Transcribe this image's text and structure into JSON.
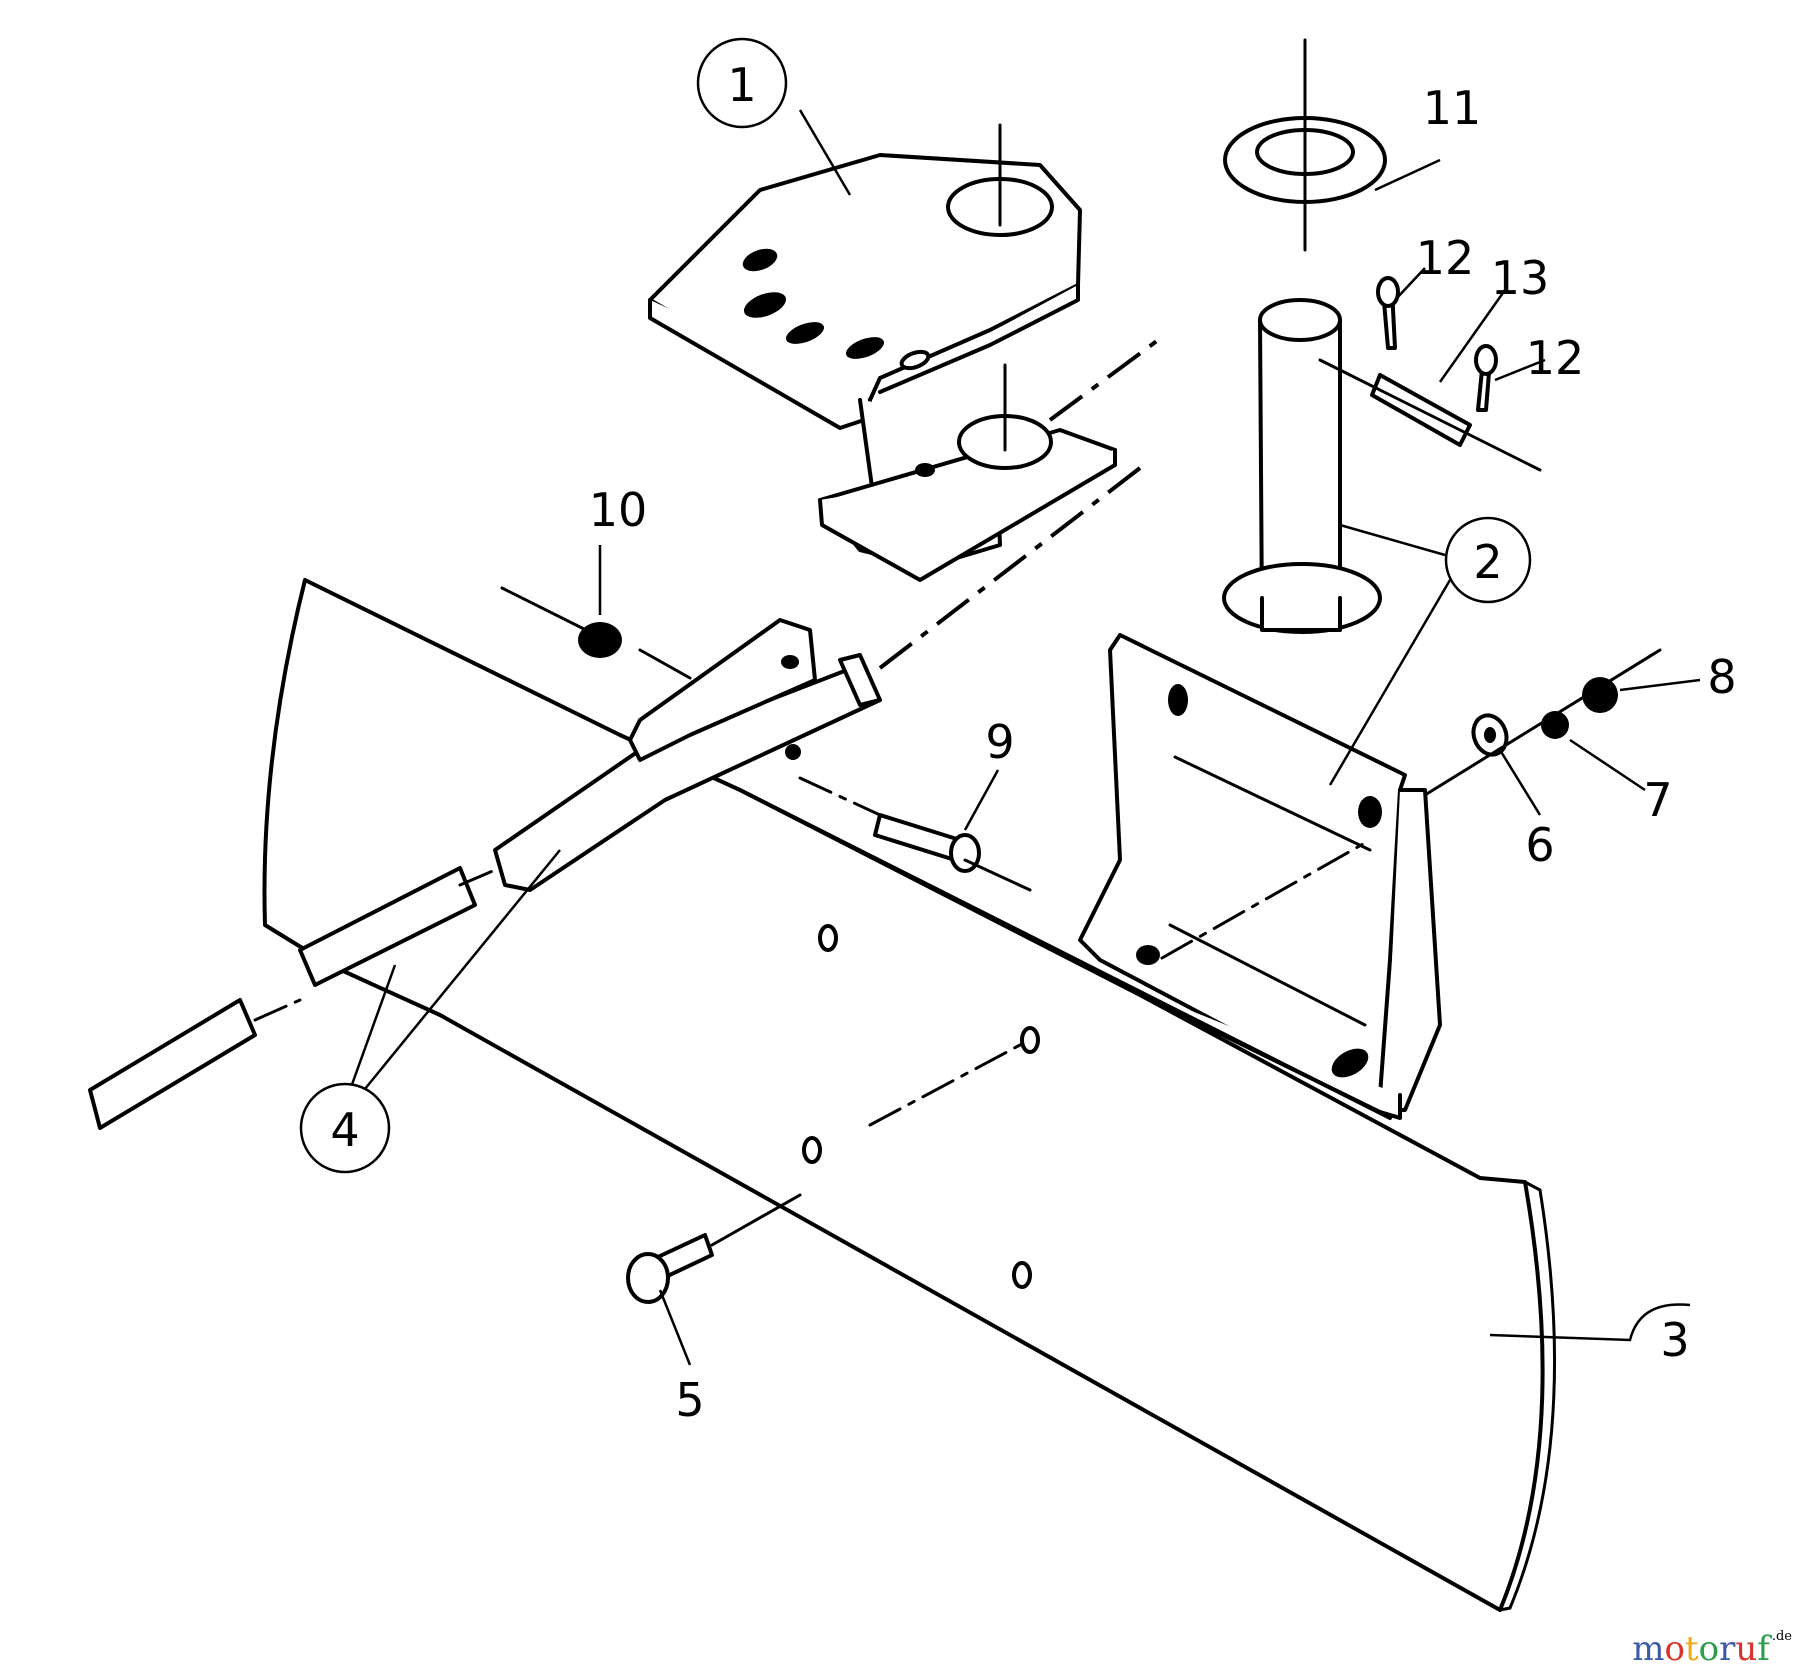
{
  "callouts": {
    "c1": "1",
    "c2": "2",
    "c3": "3",
    "c4": "4",
    "c5": "5",
    "c6": "6",
    "c7": "7",
    "c8": "8",
    "c9": "9",
    "c10": "10",
    "c11": "11",
    "c12a": "12",
    "c12b": "12",
    "c13": "13"
  },
  "watermark": {
    "letters": [
      "m",
      "o",
      "t",
      "o",
      "r",
      "u",
      "f"
    ],
    "colors": [
      "#3c5aa6",
      "#d9342b",
      "#f2a81d",
      "#2a9d4a",
      "#3c5aa6",
      "#d9342b",
      "#2a9d4a"
    ],
    "suffix": ".de"
  }
}
